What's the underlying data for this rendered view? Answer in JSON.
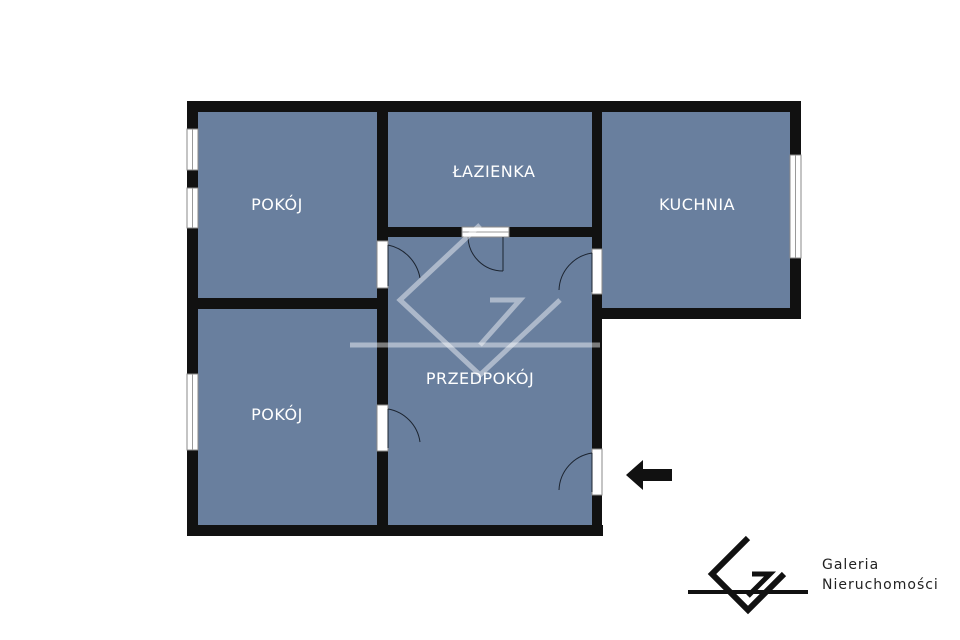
{
  "rooms": {
    "pokoj_top": "POKÓJ",
    "lazienka": "ŁAZIENKA",
    "kuchnia": "KUCHNIA",
    "pokoj_bottom": "POKÓJ",
    "przedpokoj": "PRZEDPOKÓJ"
  },
  "brand": {
    "line1": "Galeria",
    "line2": "Nieruchomości"
  },
  "icons": {
    "entrance": "arrow-left-icon",
    "logo": "galeria-logo-icon"
  },
  "colors": {
    "room_fill": "#697f9e",
    "wall": "#111111"
  }
}
